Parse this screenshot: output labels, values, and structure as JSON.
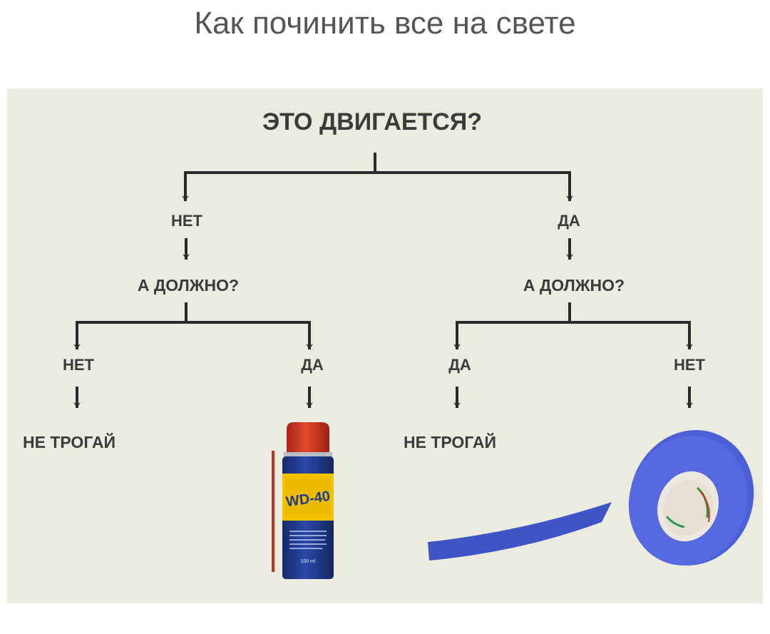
{
  "page": {
    "title": "Как починить все на свете"
  },
  "flowchart": {
    "root": "ЭТО ДВИГАЕТСЯ?",
    "left": {
      "answer": "НЕТ",
      "question": "А ДОЛЖНО?",
      "branches": [
        {
          "answer": "НЕТ",
          "result": "НЕ ТРОГАЙ"
        },
        {
          "answer": "ДА",
          "result_image": "wd40-can"
        }
      ]
    },
    "right": {
      "answer": "ДА",
      "question": "А ДОЛЖНО?",
      "branches": [
        {
          "answer": "ДА",
          "result": "НЕ ТРОГАЙ"
        },
        {
          "answer": "НЕТ",
          "result_image": "duct-tape-roll"
        }
      ]
    },
    "wd40": {
      "brand": "WD-40",
      "volume": "100 ml"
    },
    "colors": {
      "panel": "#ecebdf",
      "lines": "#2b2b2b",
      "can_blue": "#1f3a8a",
      "can_yellow": "#f2c400",
      "can_red": "#d23b1c",
      "tape": "#4b5fd6"
    }
  }
}
